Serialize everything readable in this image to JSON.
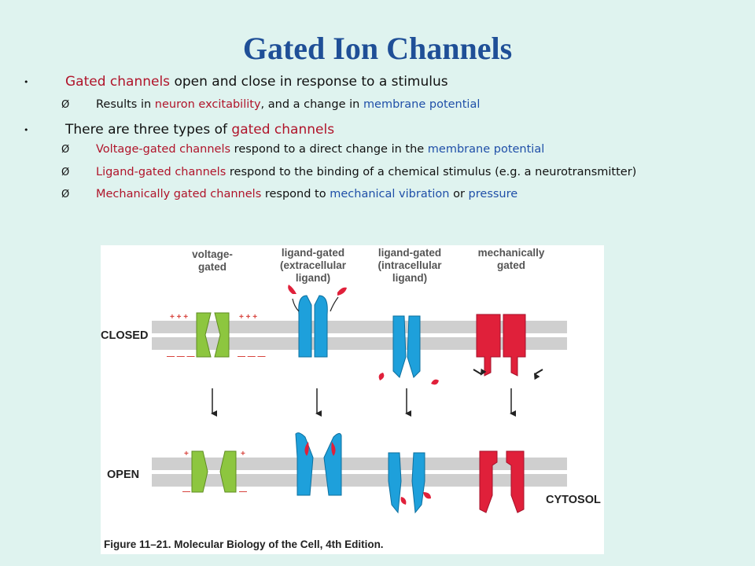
{
  "title": "Gated Ion Channels",
  "bullets": [
    {
      "marker": "•",
      "parts": [
        {
          "text": "Gated channels",
          "color": "red"
        },
        {
          "text": " open and close in response to a stimulus",
          "color": "black"
        }
      ],
      "subs": [
        {
          "marker": "Ø",
          "parts": [
            {
              "text": "Results in ",
              "color": "black"
            },
            {
              "text": "neuron excitability",
              "color": "red"
            },
            {
              "text": ", and a change in ",
              "color": "black"
            },
            {
              "text": "membrane potential",
              "color": "blue"
            }
          ]
        }
      ]
    },
    {
      "marker": "•",
      "parts": [
        {
          "text": "There are three types of ",
          "color": "black"
        },
        {
          "text": "gated channels",
          "color": "red"
        }
      ],
      "subs": [
        {
          "marker": "Ø",
          "parts": [
            {
              "text": "Voltage-gated channels",
              "color": "red"
            },
            {
              "text": " respond to a direct change in the ",
              "color": "black"
            },
            {
              "text": "membrane potential",
              "color": "blue"
            }
          ]
        },
        {
          "marker": "Ø",
          "parts": [
            {
              "text": "Ligand-gated channels",
              "color": "red"
            },
            {
              "text": " respond to the binding of a chemical stimulus (e.g. a neurotransmitter)",
              "color": "black"
            }
          ]
        },
        {
          "marker": "Ø",
          "parts": [
            {
              "text": "Mechanically gated channels",
              "color": "red"
            },
            {
              "text": " respond to ",
              "color": "black"
            },
            {
              "text": "mechanical vibration",
              "color": "blue"
            },
            {
              "text": " or ",
              "color": "black"
            },
            {
              "text": "pressure",
              "color": "blue"
            }
          ]
        }
      ]
    }
  ],
  "figure": {
    "column_labels": [
      {
        "line1": "voltage-",
        "line2": "gated",
        "line3": ""
      },
      {
        "line1": "ligand-gated",
        "line2": "(extracellular",
        "line3": "ligand)"
      },
      {
        "line1": "ligand-gated",
        "line2": "(intracellular",
        "line3": "ligand)"
      },
      {
        "line1": "mechanically",
        "line2": "gated",
        "line3": ""
      }
    ],
    "state_closed": "CLOSED",
    "state_open": "OPEN",
    "side_label": "CYTOSOL",
    "charge_pos_closed": "+ + +",
    "charge_neg_closed": "— — —",
    "charge_pos_open": "+",
    "charge_neg_open": "—",
    "caption": "Figure 11–21. Molecular Biology of the Cell, 4th Edition.",
    "colors": {
      "voltage": "#8dc63f",
      "ligand": "#1ea0db",
      "mechanical": "#e0203a",
      "membrane": "#cfcfcf",
      "charge": "#d8453f"
    }
  },
  "colors": {
    "title": "#1f4f97",
    "red": "#b0142a",
    "blue": "#1f4fa8",
    "background": "#dff3ef"
  }
}
